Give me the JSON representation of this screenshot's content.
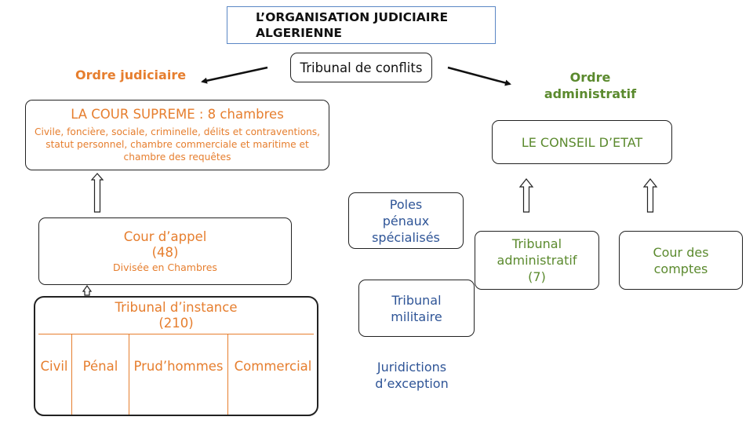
{
  "title": "L’ORGANISATION JUDICIAIRE\nALGERIENNE",
  "tribunal_conflits": "Tribunal de conflits",
  "ordre_judiciaire": {
    "label": "Ordre judiciaire",
    "cour_supreme": {
      "title": "LA COUR SUPREME : 8 chambres",
      "detail": "Civile, foncière, sociale, criminelle, délits et contraventions, statut personnel, chambre commerciale et maritime et chambre des requêtes"
    },
    "cour_appel": {
      "title": "Cour d’appel",
      "count": "(48)",
      "detail": "Divisée en Chambres"
    },
    "tribunal_instance": {
      "title": "Tribunal d’instance",
      "count": "(210)",
      "sections": [
        "Civil",
        "Pénal",
        "Prud’hommes",
        "Commercial"
      ]
    }
  },
  "juridictions_exception": {
    "label": "Juridictions d’exception",
    "poles": "Poles pénaux spécialisés",
    "militaire": "Tribunal militaire"
  },
  "ordre_administratif": {
    "label": "Ordre administratif",
    "conseil_etat": "LE CONSEIL D’ETAT",
    "tribunal_administratif": "Tribunal administratif (7)",
    "cour_comptes": "Cour des comptes"
  },
  "colors": {
    "judiciaire": "#e67e2e",
    "administratif": "#5b8a2e",
    "exception": "#2f5597",
    "title_border": "#5b87c5"
  }
}
